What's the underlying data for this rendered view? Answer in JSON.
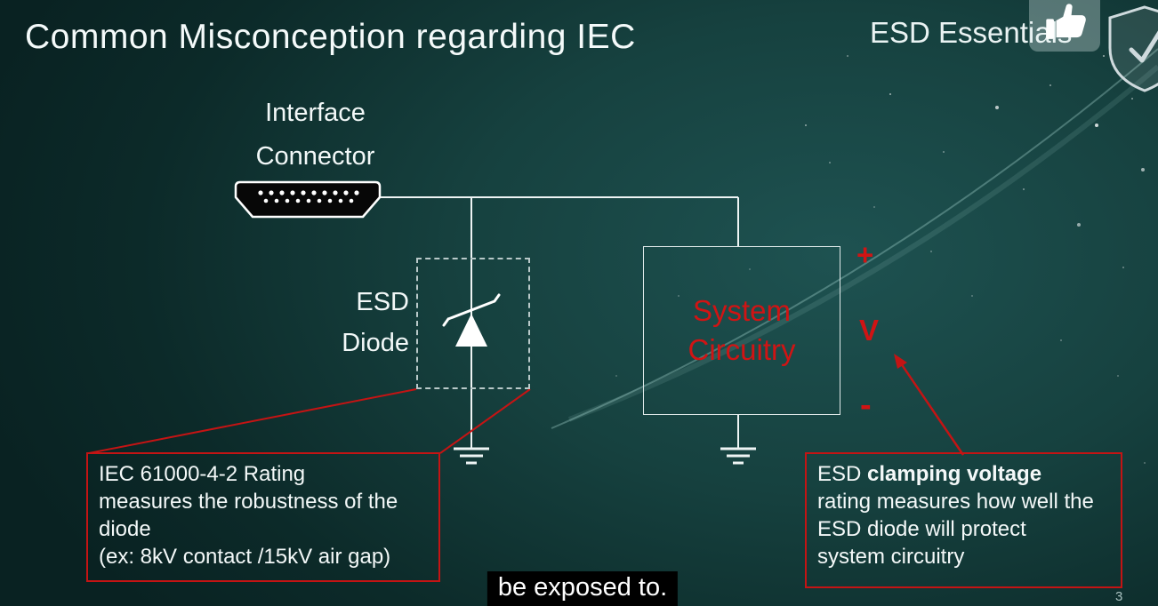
{
  "header": {
    "title": "Common Misconception regarding IEC",
    "brand": "ESD Essentials"
  },
  "icons": {
    "thumbs_up": "thumbs-up-icon",
    "shield": "shield-badge-icon",
    "hdmi_connector": "hdmi-connector-icon",
    "diode": "tvs-diode-symbol",
    "ground": "ground-symbol"
  },
  "diagram": {
    "connector": {
      "line1": "Interface",
      "line2": "Connector"
    },
    "esd_diode": {
      "line1": "ESD",
      "line2": "Diode"
    },
    "system_box": {
      "line1": "System",
      "line2": "Circuitry"
    },
    "voltage": {
      "plus": "+",
      "label": "V",
      "minus": "-"
    }
  },
  "callout_left": {
    "line1": "IEC 61000-4-2 Rating",
    "line2": "measures the robustness of the",
    "line3": "diode",
    "line4": "(ex: 8kV contact /15kV air gap)"
  },
  "callout_right": {
    "prefix": "ESD ",
    "bold": "clamping voltage",
    "line2": "rating measures how well the",
    "line3": "ESD diode will protect",
    "line4": "system circuitry"
  },
  "caption": "be exposed to.",
  "page_number": "3",
  "colors": {
    "accent_red": "#c41414",
    "system_text_red": "#d01414",
    "wire_white": "#eef4f4",
    "background_dark": "#0c2a29",
    "background_light": "#1e5251"
  }
}
